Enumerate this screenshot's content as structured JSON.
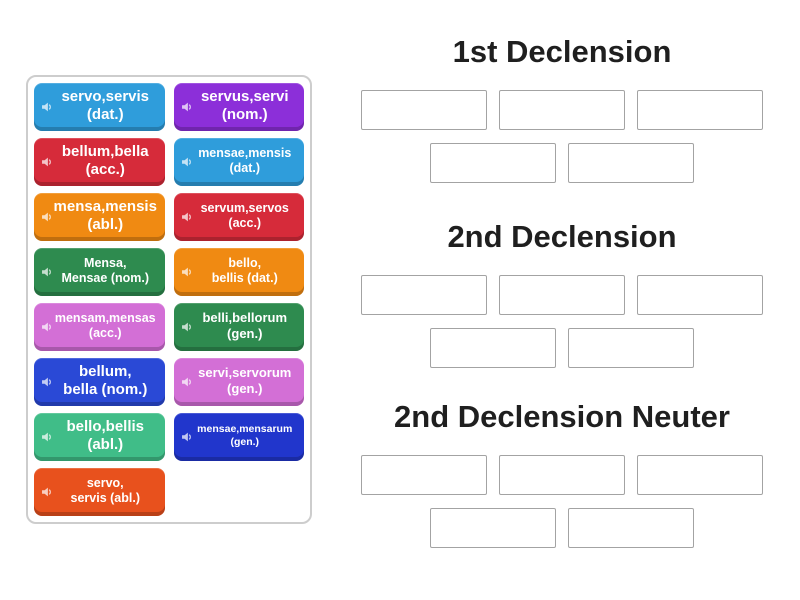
{
  "tiles_panel": {
    "icon": "speaker-icon",
    "tiles": [
      {
        "name": "tile-servo-servis-dat",
        "line1": "servo,servis",
        "line2": "(dat.)",
        "color": "#2f9ddb"
      },
      {
        "name": "tile-servus-servi-nom",
        "line1": "servus,servi",
        "line2": "(nom.)",
        "color": "#8c2fd9"
      },
      {
        "name": "tile-bellum-bella-acc",
        "line1": "bellum,bella",
        "line2": "(acc.)",
        "color": "#d62b3a"
      },
      {
        "name": "tile-mensae-mensis-dat",
        "line1": "mensae,mensis",
        "line2": "(dat.)",
        "color": "#2f9ddb"
      },
      {
        "name": "tile-mensa-mensis-abl",
        "line1": "mensa,mensis",
        "line2": "(abl.)",
        "color": "#f08a12"
      },
      {
        "name": "tile-servum-servos-acc",
        "line1": "servum,servos",
        "line2": "(acc.)",
        "color": "#d62b3a"
      },
      {
        "name": "tile-mensa-mensae-nom",
        "line1": "Mensa,",
        "line2": "Mensae (nom.)",
        "color": "#2e8b4f"
      },
      {
        "name": "tile-bello-bellis-dat",
        "line1": "bello,",
        "line2": "bellis (dat.)",
        "color": "#f08a12"
      },
      {
        "name": "tile-mensam-mensas-acc",
        "line1": "mensam,mensas",
        "line2": "(acc.)",
        "color": "#d36fd6"
      },
      {
        "name": "tile-belli-bellorum-gen",
        "line1": "belli,bellorum",
        "line2": "(gen.)",
        "color": "#2e8b4f"
      },
      {
        "name": "tile-bellum-bella-nom",
        "line1": "bellum,",
        "line2": "bella (nom.)",
        "color": "#2a49d6"
      },
      {
        "name": "tile-servi-servorum-gen",
        "line1": "servi,servorum",
        "line2": "(gen.)",
        "color": "#d36fd6"
      },
      {
        "name": "tile-bello-bellis-abl",
        "line1": "bello,bellis",
        "line2": "(abl.)",
        "color": "#40bd88"
      },
      {
        "name": "tile-mensae-mensarum-gen",
        "line1": "mensae,mensarum",
        "line2": "(gen.)",
        "color": "#2136cc"
      },
      {
        "name": "tile-servo-servis-abl",
        "line1": "servo,",
        "line2": "servis (abl.)",
        "color": "#e8511d"
      }
    ]
  },
  "groups": [
    {
      "title": "1st Declension",
      "slot_count": 5
    },
    {
      "title": "2nd Declension",
      "slot_count": 5
    },
    {
      "title": "2nd Declension Neuter",
      "slot_count": 5
    }
  ],
  "colors": {
    "header_text": "#1f1f1f",
    "slot_border": "#a3a3a3",
    "panel_border": "#cdcdcd",
    "tile_text": "#ffffff"
  }
}
